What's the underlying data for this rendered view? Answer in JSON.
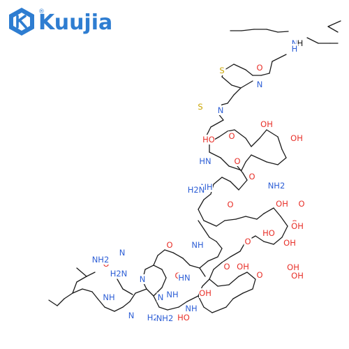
{
  "brand": {
    "name": "Kuujia",
    "mark": "®",
    "color": "#2e7dd1"
  },
  "colors": {
    "O": "#e8312a",
    "N": "#2e5fd6",
    "S": "#c9a400",
    "C": "#1a1a1a"
  },
  "structure": {
    "labels": [
      {
        "t": "N",
        "e": "N"
      },
      {
        "t": "H",
        "e": "C"
      },
      {
        "t": "H",
        "e": "N"
      },
      {
        "t": "O",
        "e": "O"
      },
      {
        "t": "S",
        "e": "S"
      },
      {
        "t": "N",
        "e": "N"
      },
      {
        "t": "N",
        "e": "N"
      },
      {
        "t": "S",
        "e": "S"
      },
      {
        "t": "OH",
        "e": "O"
      },
      {
        "t": "OH",
        "e": "O"
      },
      {
        "t": "HO",
        "e": "O"
      },
      {
        "t": "O",
        "e": "O"
      },
      {
        "t": "HN",
        "e": "N"
      },
      {
        "t": "O",
        "e": "O"
      },
      {
        "t": "O",
        "e": "O"
      },
      {
        "t": "NH",
        "e": "N"
      },
      {
        "t": "NH2",
        "e": "N"
      },
      {
        "t": "OH",
        "e": "O"
      },
      {
        "t": "H2N",
        "e": "N"
      },
      {
        "t": "O",
        "e": "O"
      },
      {
        "t": "O",
        "e": "O"
      },
      {
        "t": "O",
        "e": "O"
      },
      {
        "t": "OH",
        "e": "O"
      },
      {
        "t": "HO",
        "e": "O"
      },
      {
        "t": "OH",
        "e": "O"
      },
      {
        "t": "NH",
        "e": "N"
      },
      {
        "t": "O",
        "e": "O"
      },
      {
        "t": "O",
        "e": "O"
      },
      {
        "t": "OH",
        "e": "O"
      },
      {
        "t": "O",
        "e": "O"
      },
      {
        "t": "HN",
        "e": "N"
      },
      {
        "t": "O",
        "e": "O"
      },
      {
        "t": "H2N",
        "e": "N"
      },
      {
        "t": "N",
        "e": "N"
      },
      {
        "t": "OH",
        "e": "O"
      },
      {
        "t": "O",
        "e": "O"
      },
      {
        "t": "NH",
        "e": "N"
      },
      {
        "t": "O",
        "e": "O"
      },
      {
        "t": "OH",
        "e": "O"
      },
      {
        "t": "H2N",
        "e": "N"
      },
      {
        "t": "NH",
        "e": "N"
      },
      {
        "t": "N",
        "e": "N"
      },
      {
        "t": "NH2",
        "e": "N"
      },
      {
        "t": "HO",
        "e": "O"
      },
      {
        "t": "OH",
        "e": "O"
      },
      {
        "t": "N",
        "e": "N"
      },
      {
        "t": "NH2",
        "e": "N"
      },
      {
        "t": "N",
        "e": "N"
      },
      {
        "t": "NH",
        "e": "N"
      }
    ]
  }
}
